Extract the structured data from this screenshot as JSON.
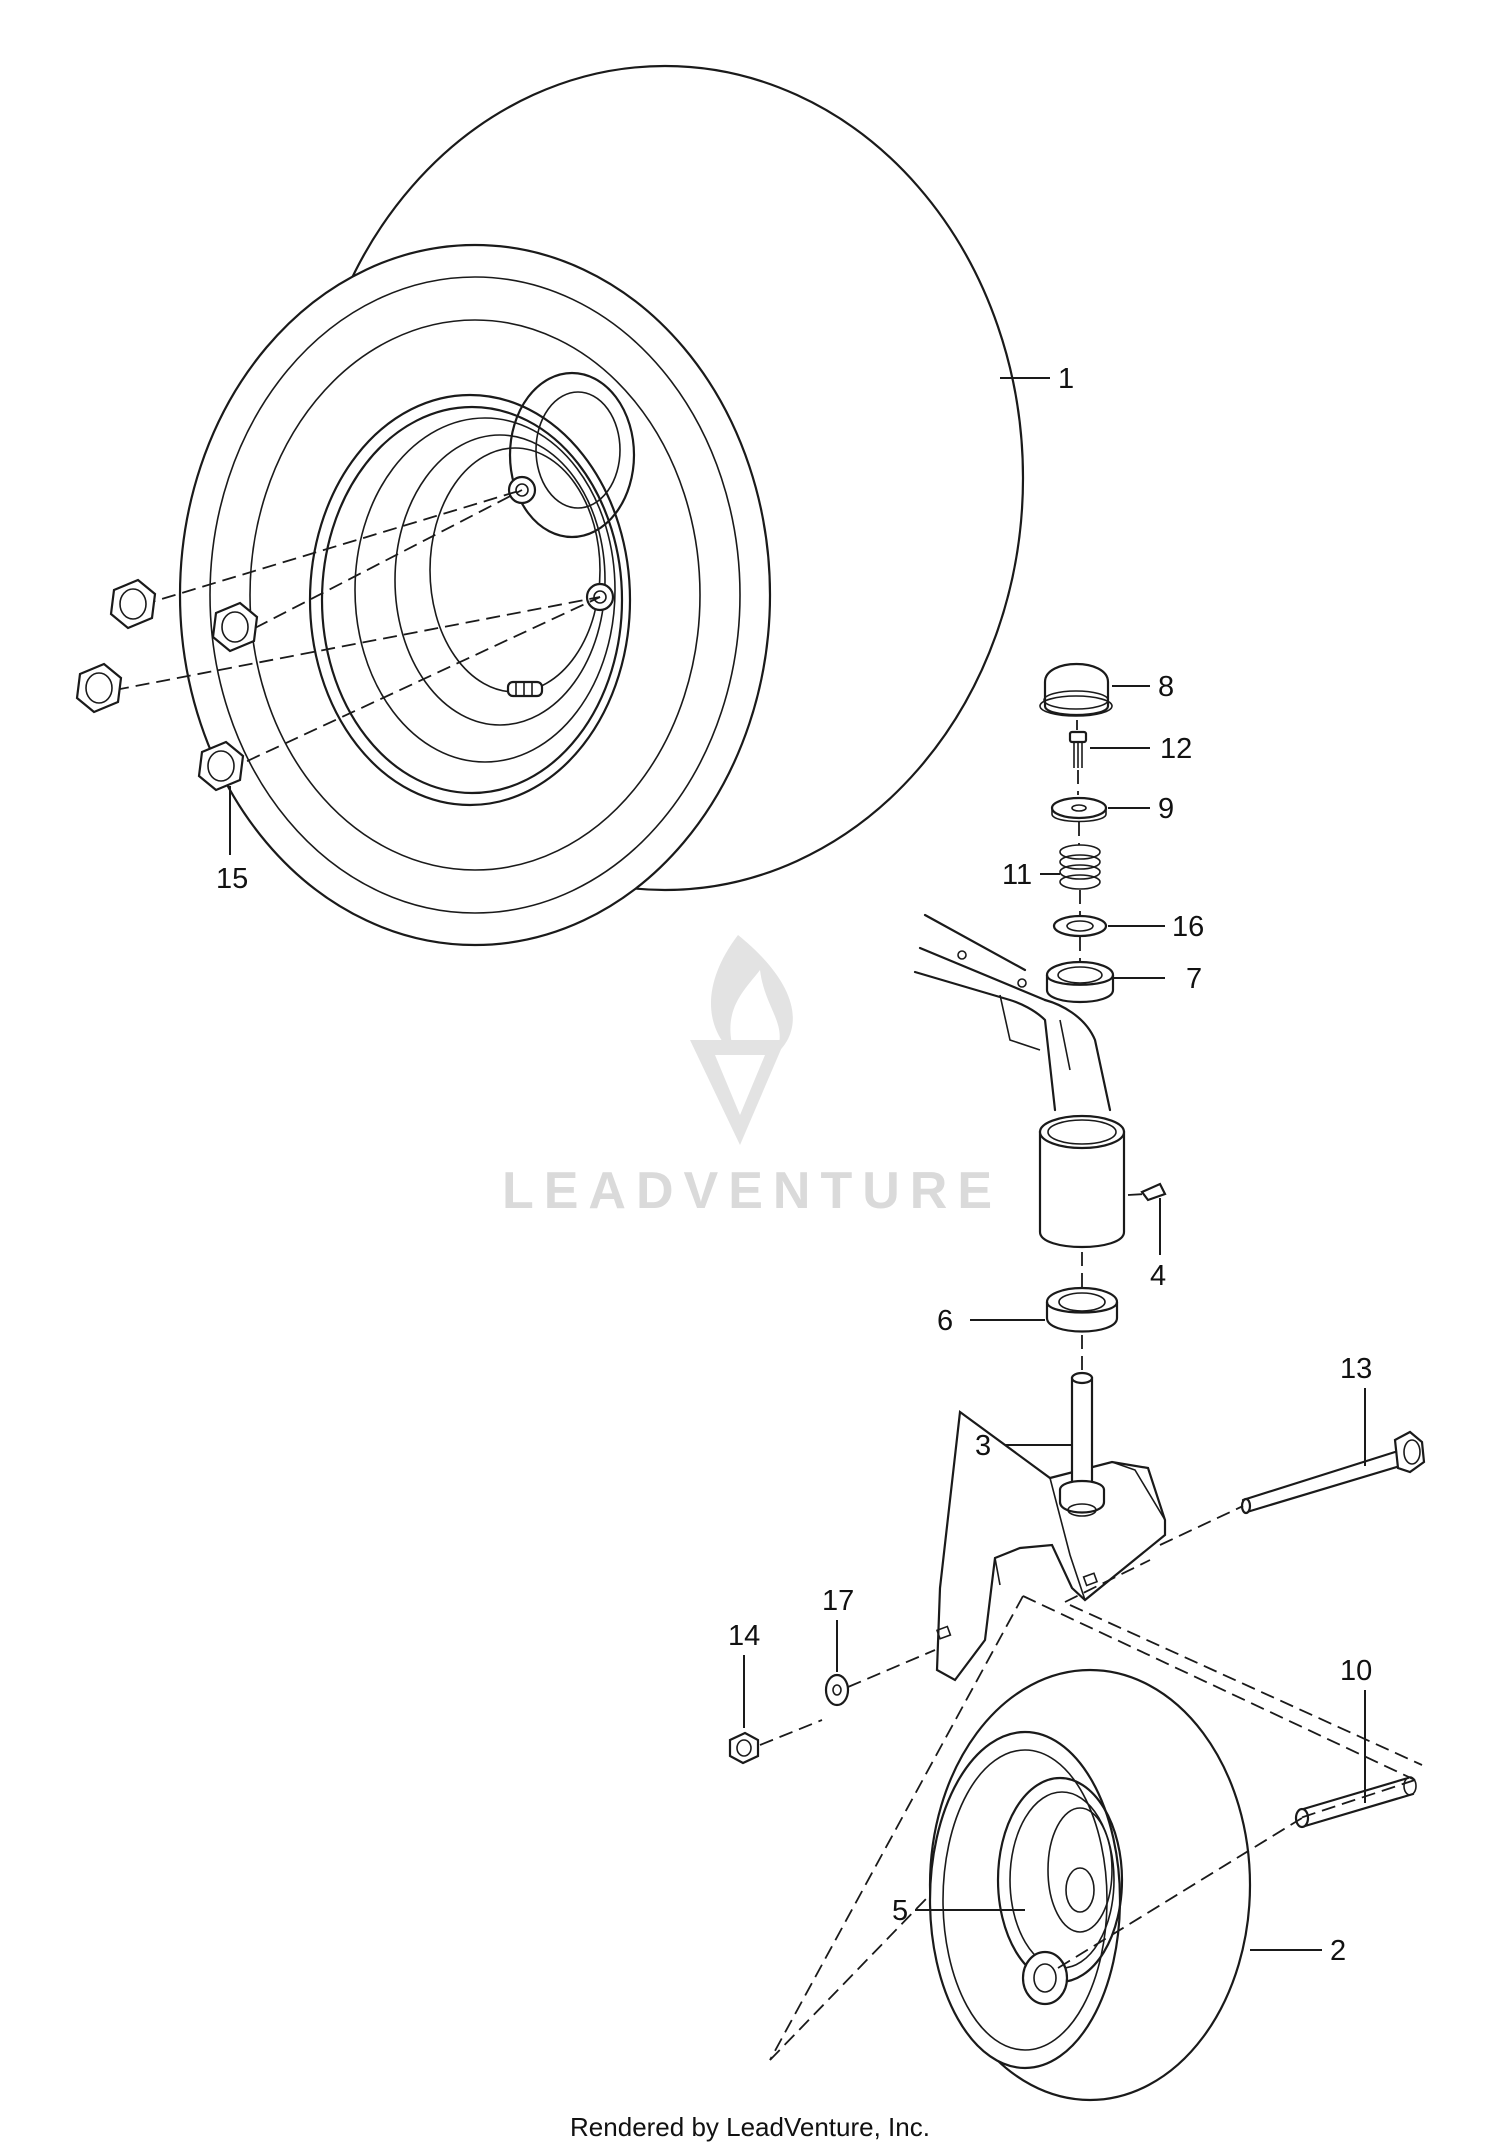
{
  "callouts": [
    {
      "id": "c1",
      "label": "1"
    },
    {
      "id": "c2",
      "label": "2"
    },
    {
      "id": "c3",
      "label": "3"
    },
    {
      "id": "c4",
      "label": "4"
    },
    {
      "id": "c5",
      "label": "5"
    },
    {
      "id": "c6",
      "label": "6"
    },
    {
      "id": "c7",
      "label": "7"
    },
    {
      "id": "c8",
      "label": "8"
    },
    {
      "id": "c9",
      "label": "9"
    },
    {
      "id": "c10",
      "label": "10"
    },
    {
      "id": "c11",
      "label": "11"
    },
    {
      "id": "c12",
      "label": "12"
    },
    {
      "id": "c13",
      "label": "13"
    },
    {
      "id": "c14",
      "label": "14"
    },
    {
      "id": "c15",
      "label": "15"
    },
    {
      "id": "c16",
      "label": "16"
    },
    {
      "id": "c17",
      "label": "17"
    }
  ],
  "watermark": "LEADVENTURE",
  "footer": "Rendered by LeadVenture, Inc."
}
